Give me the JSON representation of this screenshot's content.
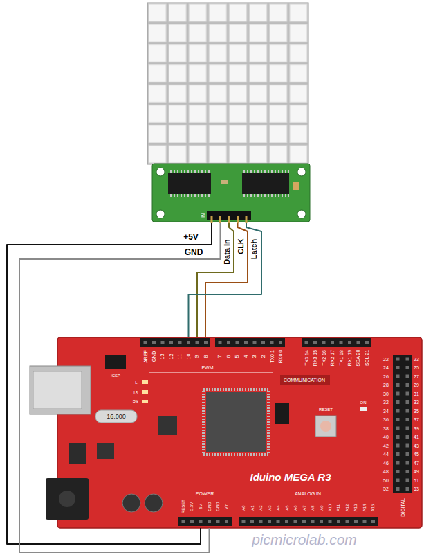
{
  "diagram": {
    "nodes": [
      {
        "text": [
          "IN"
        ]
      },
      {
        "text": [
          "Iduino MEGA R3"
        ]
      }
    ],
    "edges": [
      {
        "from": 0,
        "to": 1,
        "label": "+5V",
        "arrow": "none"
      },
      {
        "from": 0,
        "to": 1,
        "label": "GND",
        "arrow": "none"
      },
      {
        "from": 0,
        "to": 1,
        "label": "Data In",
        "arrow": "none"
      },
      {
        "from": 0,
        "to": 1,
        "label": "CLK",
        "arrow": "none"
      },
      {
        "from": 0,
        "to": 1,
        "label": "Latch",
        "arrow": "none"
      }
    ],
    "labels": [
      "AREF",
      "GND",
      "13",
      "12",
      "11",
      "10",
      "9",
      "8",
      "PWM",
      "7",
      "6",
      "5",
      "4",
      "3",
      "2",
      "TX0 1",
      "RX0 0",
      "TX3 14",
      "RX3 15",
      "TX2 16",
      "RX2 17",
      "TX1 18",
      "RX1 19",
      "SDA 20",
      "SCL 21",
      "COMMUNICATION",
      "22",
      "23",
      "24",
      "25",
      "26",
      "27",
      "28",
      "29",
      "30",
      "31",
      "32",
      "33",
      "34",
      "35",
      "36",
      "37",
      "38",
      "39",
      "40",
      "41",
      "42",
      "43",
      "44",
      "45",
      "46",
      "47",
      "48",
      "49",
      "50",
      "51",
      "52",
      "53",
      "DIGITAL",
      "16.000",
      "ICSP",
      "RESET",
      "ON",
      "TX",
      "RX",
      "L",
      "POWER",
      "RESET",
      "3.3V",
      "5V",
      "GND",
      "GND",
      "Vin",
      "ANALOG IN",
      "A0",
      "A1",
      "A2",
      "A3",
      "A4",
      "A5",
      "A6",
      "A7",
      "A8",
      "A9",
      "A10",
      "A11",
      "A12",
      "A13",
      "A14",
      "A15",
      "picmicrolab.com"
    ]
  }
}
